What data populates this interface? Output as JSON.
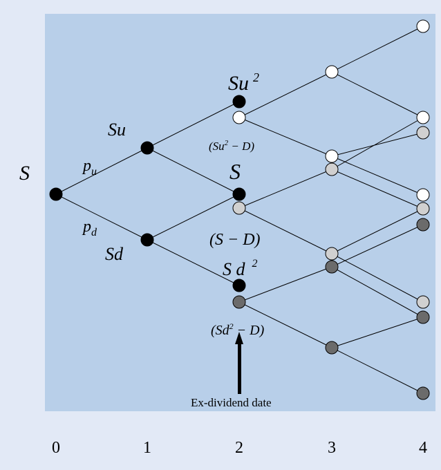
{
  "diagram": {
    "colors": {
      "outer_bg": "#e2e9f6",
      "panel_bg": "#b8cfe9",
      "edge": "#000000",
      "node_black": "#000000",
      "node_white": "#ffffff",
      "node_light_gray": "#d0d0d0",
      "node_dark_gray": "#6b6b6b"
    },
    "labels": {
      "root": "S",
      "up_prob": "p",
      "up_prob_sub": "u",
      "down_prob": "p",
      "down_prob_sub": "d",
      "su": "Su",
      "sd": "Sd",
      "su2": "Su",
      "su2_exp": "2",
      "su2_minus_d_open": "(Su",
      "su2_minus_d_exp": "2",
      "su2_minus_d_close": " − D)",
      "s_mid": "S",
      "s_minus_d": "(S − D)",
      "sd2_a": "S d",
      "sd2_exp": "2",
      "sd2_minus_d_open": "(Sd",
      "sd2_minus_d_exp": "2",
      "sd2_minus_d_close": " − D)",
      "ex_dividend": "Ex-dividend date"
    },
    "time_steps": [
      "0",
      "1",
      "2",
      "3",
      "4"
    ]
  }
}
